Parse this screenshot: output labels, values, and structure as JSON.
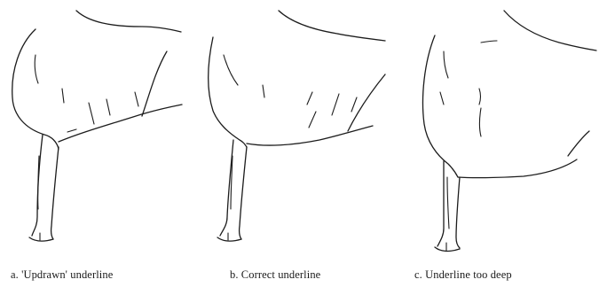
{
  "captions": {
    "a": "a.  'Updrawn' underline",
    "b": "b.  Correct underline",
    "c": "c.  Underline too deep"
  }
}
